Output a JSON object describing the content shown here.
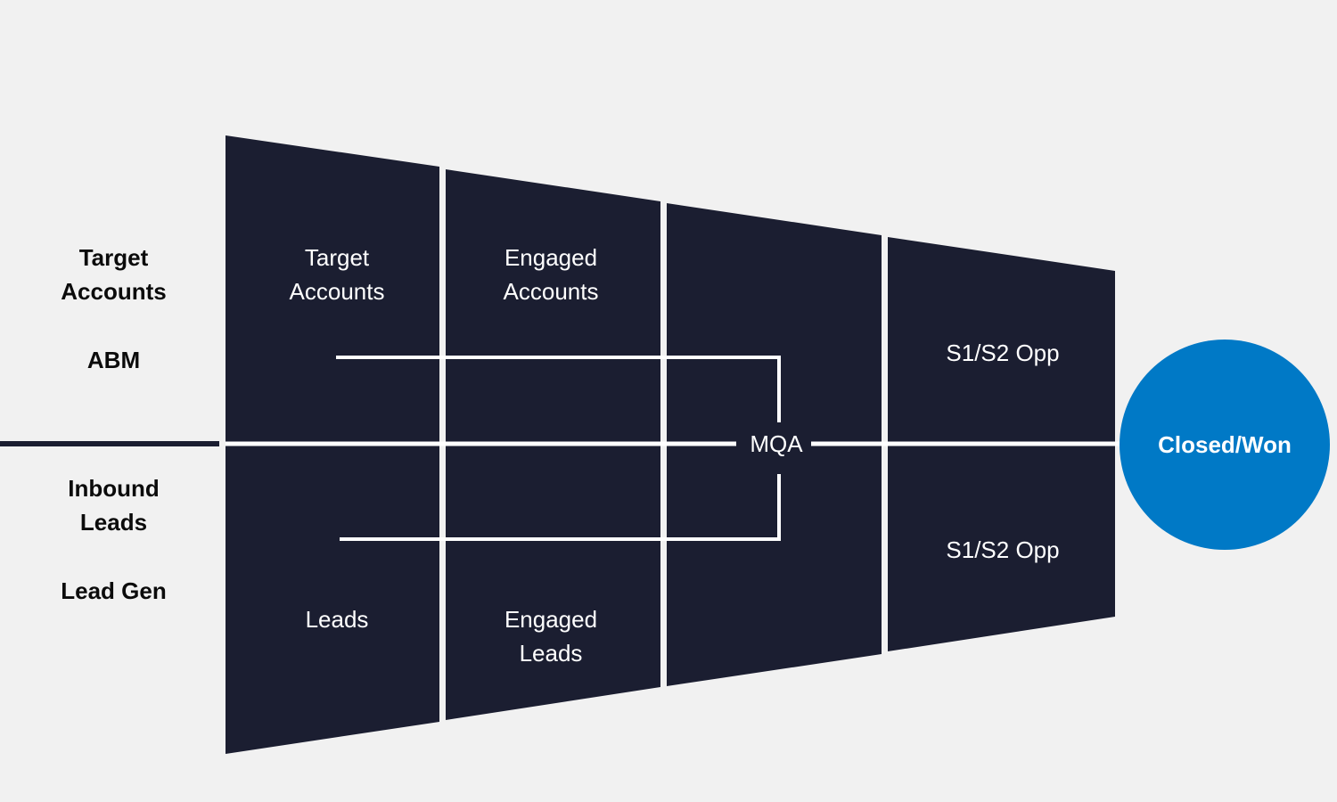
{
  "colors": {
    "background": "#f1f1f1",
    "panel": "#1b1e31",
    "line": "#ffffff",
    "divider": "#1b1e31",
    "closed_won": "#0079c6",
    "side_text": "#0b0b0b"
  },
  "side_labels": {
    "top_title": "Target\nAccounts",
    "top_sub": "ABM",
    "bottom_title": "Inbound\nLeads",
    "bottom_sub": "Lead Gen"
  },
  "stages": {
    "target_accounts": "Target\nAccounts",
    "engaged_accounts": "Engaged\nAccounts",
    "leads": "Leads",
    "engaged_leads": "Engaged\nLeads",
    "mqa": "MQA",
    "opp_top": "S1/S2 Opp",
    "opp_bottom": "S1/S2 Opp"
  },
  "outcome": {
    "label": "Closed/Won"
  }
}
